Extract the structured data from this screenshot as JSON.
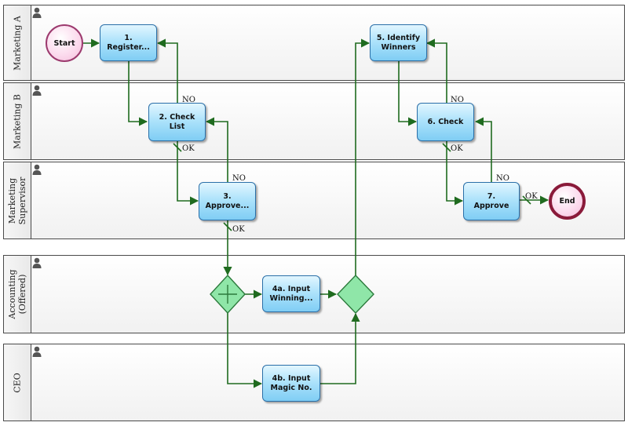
{
  "lanes": [
    {
      "label": "Marketing A"
    },
    {
      "label": "Marketing B"
    },
    {
      "label": "Marketing\nSupervisor"
    },
    {
      "label": "Accounting\n(Offered)"
    },
    {
      "label": "CEO"
    }
  ],
  "events": {
    "start": "Start",
    "end": "End"
  },
  "tasks": {
    "register": "1.\nRegister...",
    "check_list": "2. Check\nList",
    "approve3": "3.\nApprove...",
    "input_winning": "4a. Input\nWinning...",
    "input_magic": "4b. Input\nMagic No.",
    "identify": "5. Identify\nWinners",
    "check6": "6. Check",
    "approve7": "7.\nApprove"
  },
  "flow_labels": {
    "no_1": "NO",
    "ok_2": "OK",
    "no_3": "NO",
    "ok_3": "OK",
    "no_6": "NO",
    "ok_6": "OK",
    "no_7": "NO",
    "ok_7": "OK"
  },
  "colors": {
    "flow": "#1f6b1f",
    "lane_border": "#4a4a4a",
    "task_border": "#2a6fa8",
    "gateway_fill": "#8fe6a8"
  }
}
